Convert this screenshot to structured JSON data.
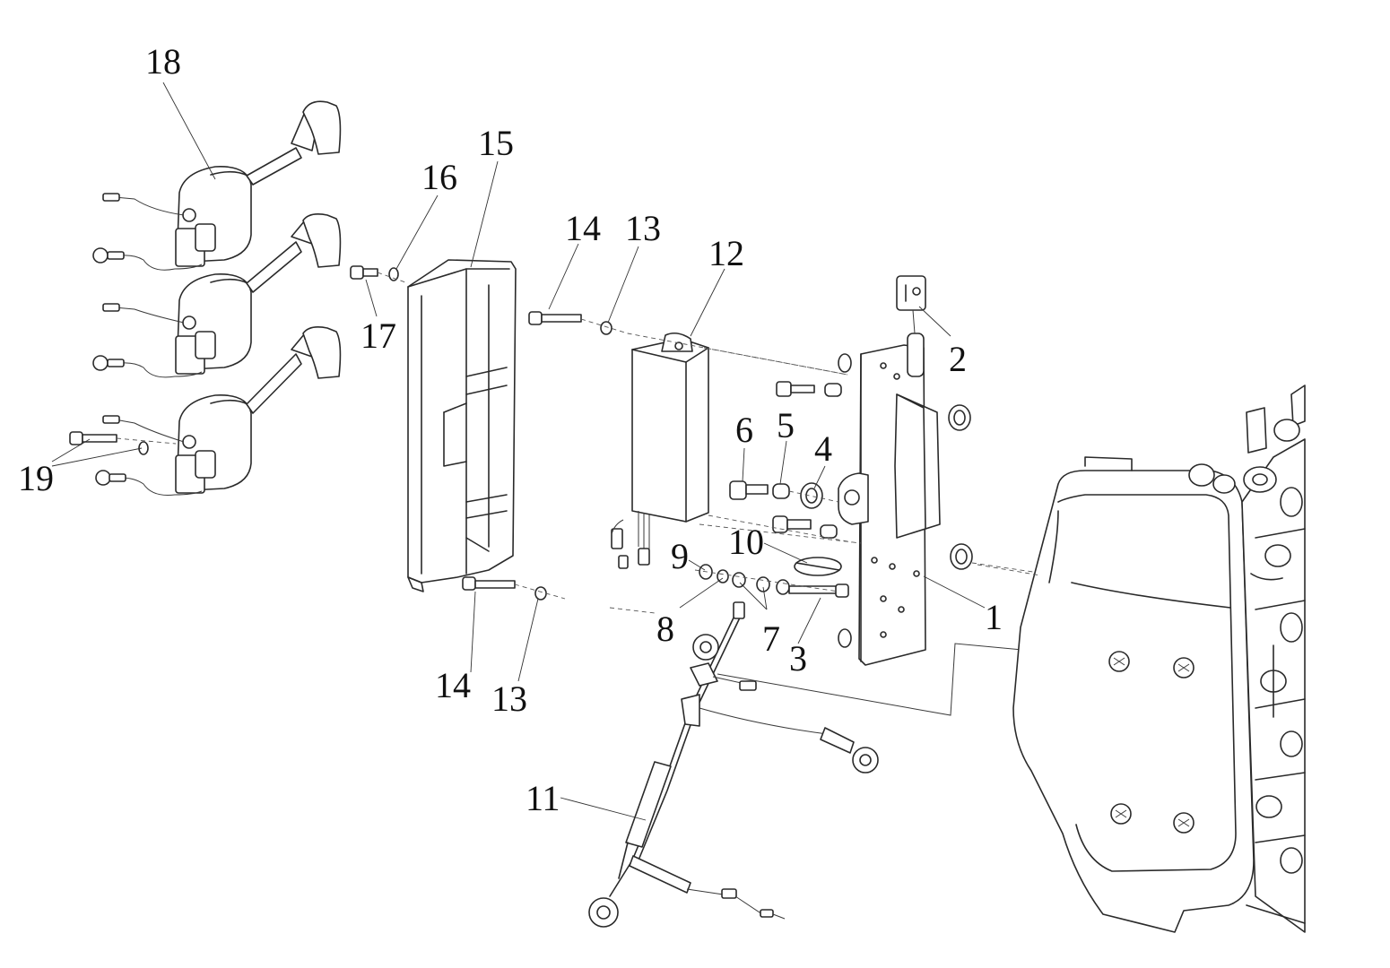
{
  "callouts": [
    {
      "id": "1",
      "text": "1"
    },
    {
      "id": "2",
      "text": "2"
    },
    {
      "id": "3",
      "text": "3"
    },
    {
      "id": "4",
      "text": "4"
    },
    {
      "id": "5",
      "text": "5"
    },
    {
      "id": "6",
      "text": "6"
    },
    {
      "id": "7",
      "text": "7"
    },
    {
      "id": "8",
      "text": "8"
    },
    {
      "id": "9",
      "text": "9"
    },
    {
      "id": "10",
      "text": "10"
    },
    {
      "id": "11",
      "text": "11"
    },
    {
      "id": "12",
      "text": "12"
    },
    {
      "id": "13a",
      "text": "13"
    },
    {
      "id": "13b",
      "text": "13"
    },
    {
      "id": "14a",
      "text": "14"
    },
    {
      "id": "14b",
      "text": "14"
    },
    {
      "id": "15",
      "text": "15"
    },
    {
      "id": "16",
      "text": "16"
    },
    {
      "id": "17",
      "text": "17"
    },
    {
      "id": "18",
      "text": "18"
    },
    {
      "id": "19",
      "text": "19"
    }
  ]
}
